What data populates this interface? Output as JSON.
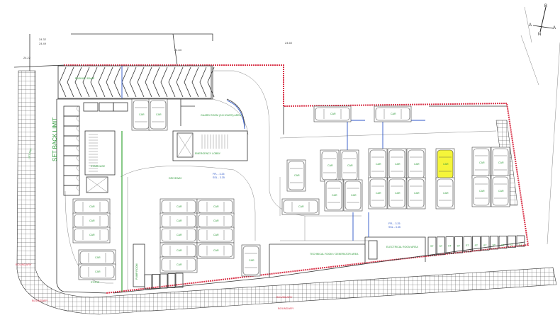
{
  "drawing": {
    "type": "basement parking floor plan",
    "north_arrow": {
      "top": "B",
      "left": "A",
      "right": "A",
      "bottom": "N"
    },
    "elevations": [
      "24.32",
      "24.49",
      "24.22",
      "24.63",
      "24.60"
    ],
    "setback_label": "SET BACK LIMIT",
    "road_label": "LIFT R/W",
    "rooms": {
      "ramp": "PARKING RAMP",
      "guard_room": "GUARD ROOM (24 HOURS) AREA",
      "emergency_lobby": "EMERGENCY LOBBY",
      "staircase": "STAIRCASE",
      "driveway": "DRIVEWAY",
      "electrical_room": "ELECTRICAL ROOM AREA",
      "technical_room": "TECHNICAL ROOM / GENERATOR AREA",
      "store": "STORE",
      "pump_room": "PUMP ROOM"
    },
    "levels": [
      "FFL - 3.25",
      "SSL - 3.35"
    ],
    "red_notes": [
      "BOUNDARY",
      "BOUNDARY",
      "BOUNDARY",
      "BOUNDARY"
    ],
    "highlight_color": "#f5f53a",
    "parking_label": "CAR",
    "storage_label": "ST"
  }
}
